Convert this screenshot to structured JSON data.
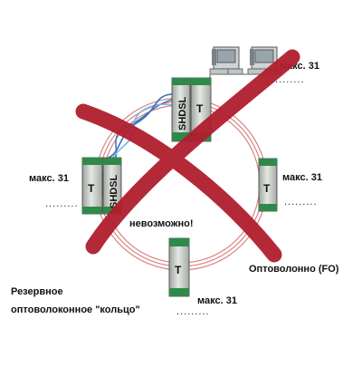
{
  "labels": {
    "max_top": "макс. 31",
    "max_left": "макс. 31",
    "max_right": "макс. 31",
    "max_bottom": "макс. 31",
    "impossible": "невозможно!",
    "fiber": "Оптоволонно (FO)",
    "caption_line1": "Резервное",
    "caption_line2": "оптоволоконное \"кольцо\""
  },
  "modules": {
    "t_label": "T",
    "shdsl_label": "SHDSL"
  },
  "colors": {
    "ring": "#d88a8a",
    "cross": "#b01e2e",
    "module_green": "#2f8a4a",
    "module_body": "#c9cdc8",
    "module_dark": "#1c2a21",
    "cable_blue": "#4f8fcf"
  },
  "icons": [
    "computer-icon",
    "computer-icon"
  ]
}
